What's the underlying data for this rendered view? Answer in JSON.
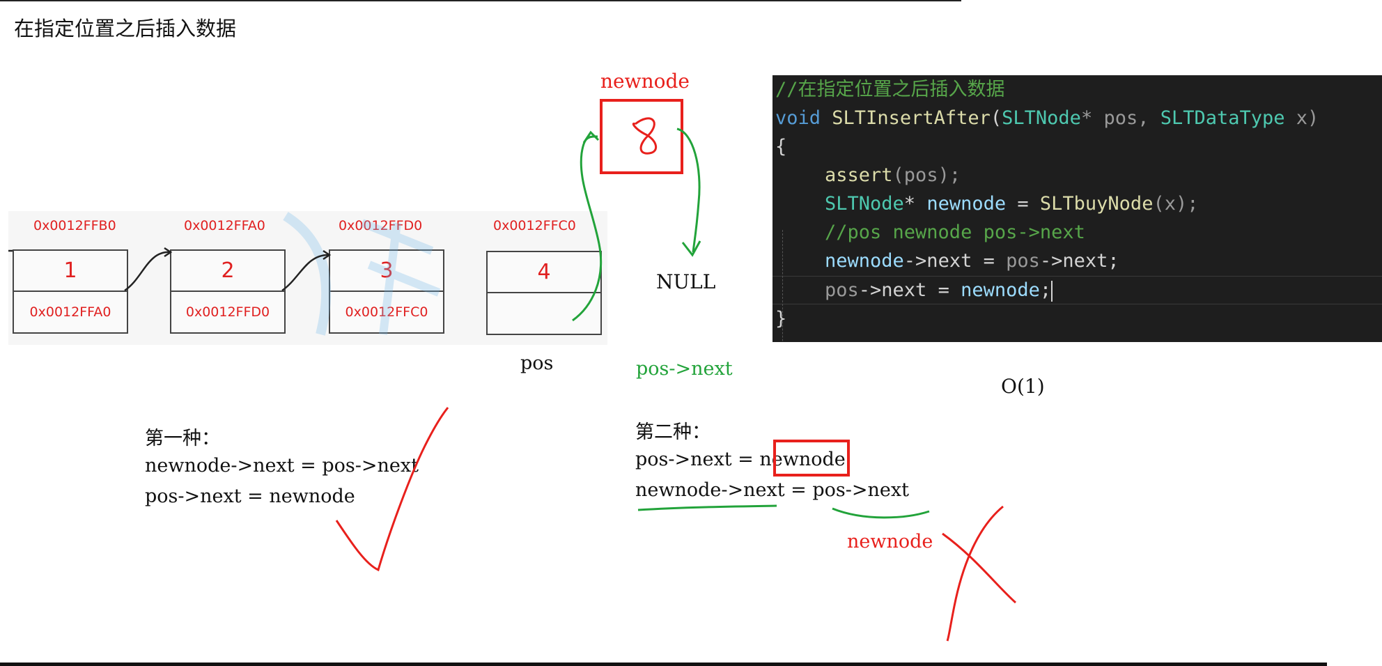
{
  "title": "在指定位置之后插入数据",
  "list": {
    "nodes": [
      {
        "addr": "0x0012FFB0",
        "data": "1",
        "next": "0x0012FFA0"
      },
      {
        "addr": "0x0012FFA0",
        "data": "2",
        "next": "0x0012FFD0"
      },
      {
        "addr": "0x0012FFD0",
        "data": "3",
        "next": "0x0012FFC0"
      },
      {
        "addr": "0x0012FFC0",
        "data": "4",
        "next": ""
      }
    ]
  },
  "labels": {
    "newnode": "newnode",
    "null": "NULL",
    "pos": "pos",
    "pos_next": "pos->next",
    "complexity": "O(1)"
  },
  "code": {
    "comment_title": "//在指定位置之后插入数据",
    "kw_void": "void",
    "fn_name": "SLTInsertAfter",
    "paren_open": "(",
    "type_node": "SLTNode",
    "star_pos": "* pos, ",
    "type_data": "SLTDataType",
    "param_x": " x)",
    "brace_open": "{",
    "assert_fn": "assert",
    "assert_args": "(pos);",
    "decl_type": "SLTNode",
    "decl_star": "* ",
    "decl_var": "newnode",
    "decl_eq": " = ",
    "decl_fn": "SLTbuyNode",
    "decl_args": "(x);",
    "comment_step": "//pos newnode pos->next",
    "l5_var": "newnode",
    "l5_mid": "->next = ",
    "l5_pos": "pos",
    "l5_end": "->next;",
    "l6_pos": "pos",
    "l6_mid": "->next = ",
    "l6_var": "newnode",
    "l6_end": ";",
    "brace_close": "}"
  },
  "method1": {
    "heading": "第一种：",
    "line1": "newnode->next = pos->next",
    "line2": "pos->next = newnode"
  },
  "method2": {
    "heading": "第二种：",
    "line1": "pos->next = newnode",
    "line2": "newnode->next = pos->next",
    "note": "newnode"
  },
  "colors": {
    "accent_red": "#e8201c",
    "green": "#22a33a",
    "code_bg": "#1e1e1e"
  }
}
